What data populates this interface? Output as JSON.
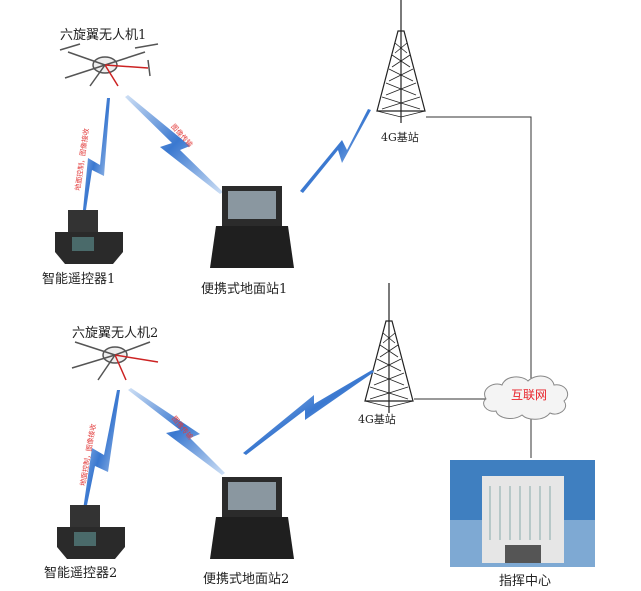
{
  "nodes": {
    "drone1": {
      "label": "六旋翼无人机1"
    },
    "drone2": {
      "label": "六旋翼无人机2"
    },
    "remote1": {
      "label": "智能遥控器1"
    },
    "remote2": {
      "label": "智能遥控器2"
    },
    "ground1": {
      "label": "便携式地面站1"
    },
    "ground2": {
      "label": "便携式地面站2"
    },
    "tower1": {
      "label": "4G基站"
    },
    "tower2": {
      "label": "4G基站"
    },
    "internet": {
      "label": "互联网"
    },
    "command": {
      "label": "指挥中心"
    }
  },
  "links": {
    "drone1_remote": "地面控制，图像接收",
    "drone1_ground": "图像传输",
    "drone2_remote": "地面控制，图像接收",
    "drone2_ground": "图像传输"
  },
  "colors": {
    "signal": "#3a78d0",
    "link_label": "#e23b3b",
    "internet_label": "#e8242b",
    "wire": "#333333"
  }
}
